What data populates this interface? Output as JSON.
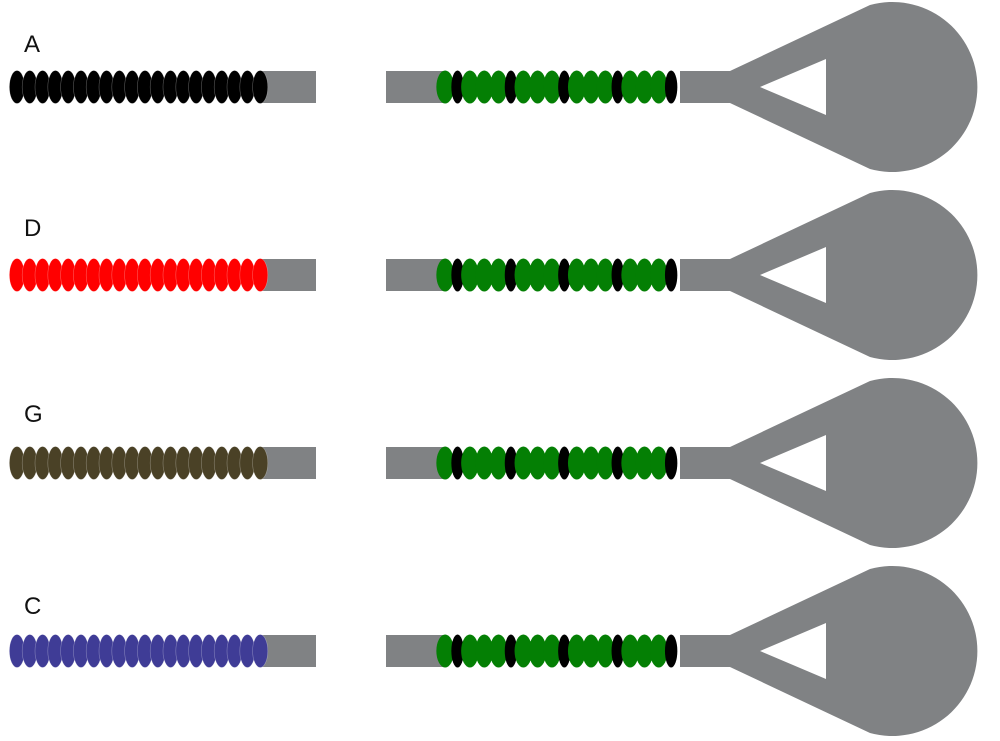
{
  "colors": {
    "background": "#ffffff",
    "stem": "#808284",
    "primary_bead": "#047f04",
    "divider_bead": "#000000"
  },
  "rows": [
    {
      "label": "A",
      "bead_color": "#000000"
    },
    {
      "label": "D",
      "bead_color": "#ff0000"
    },
    {
      "label": "G",
      "bead_color": "#4a4126"
    },
    {
      "label": "C",
      "bead_color": "#3f3c96"
    }
  ],
  "right_chain": {
    "bead_pattern": [
      "green",
      "black",
      "green",
      "green",
      "green",
      "black",
      "green",
      "green",
      "green",
      "black",
      "green",
      "green",
      "green",
      "black",
      "green",
      "green",
      "green",
      "black"
    ]
  },
  "left_chain": {
    "bead_count": 20
  }
}
